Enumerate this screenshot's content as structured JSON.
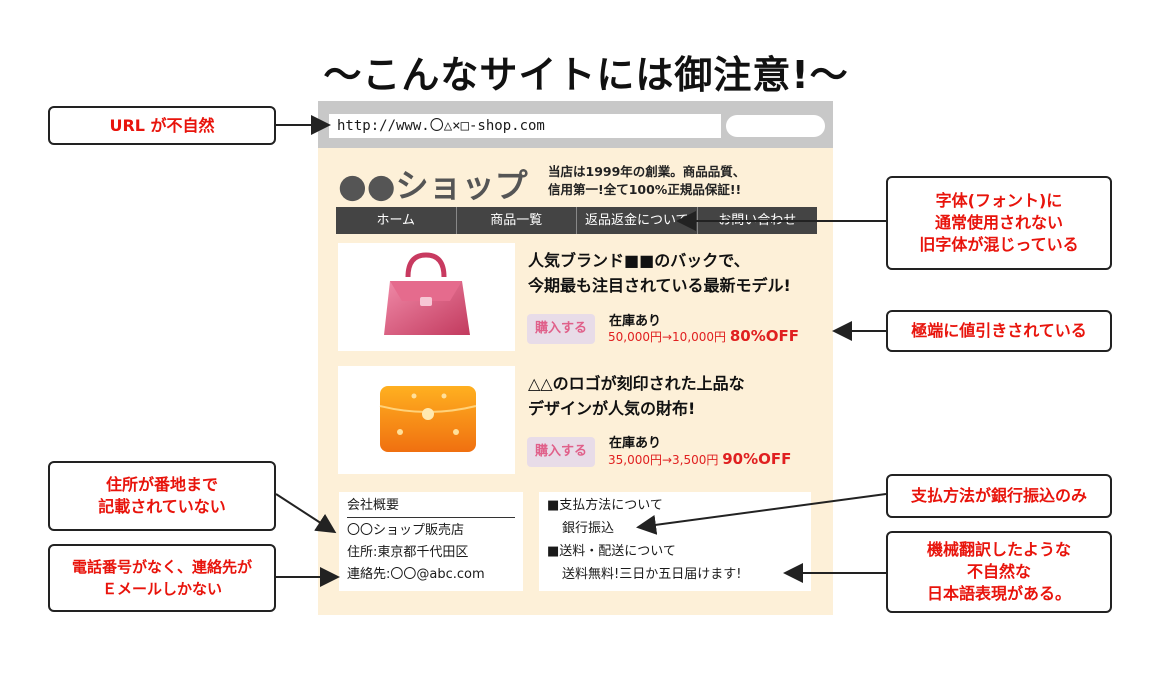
{
  "title": "〜こんなサイトには御注意!〜",
  "browser": {
    "url": "http://www.〇△×□-shop.com"
  },
  "shop": {
    "name": "●●ショップ",
    "tagline_line1": "当店は1999年の創業。商品品質、",
    "tagline_line2": "信用第一!全て100%正規品保証!!",
    "nav": [
      "ホーム",
      "商品一覧",
      "返品返金について",
      "お問い合わせ"
    ]
  },
  "products": [
    {
      "line1": "人気ブランド■■のバックで、",
      "line2": "今期最も注目されている最新モデル!",
      "buy_label": "購入する",
      "stock": "在庫あり",
      "price": "50,000円→10,000円",
      "off": "80%OFF"
    },
    {
      "line1": "△△のロゴが刻印された上品な",
      "line2": "デザインが人気の財布!",
      "buy_label": "購入する",
      "stock": "在庫あり",
      "price": "35,000円→3,500円",
      "off": "90%OFF"
    }
  ],
  "company": {
    "heading": "会社概要",
    "name": "〇〇ショップ販売店",
    "address": "住所:東京都千代田区",
    "contact": "連絡先:〇〇@abc.com"
  },
  "payment": {
    "method_heading": "■支払方法について",
    "method_value": "銀行振込",
    "shipping_heading": "■送料・配送について",
    "shipping_value": "送料無料!三日か五日届けます!"
  },
  "callouts": {
    "url": "URL が不自然",
    "font_line1": "字体(フォント)に",
    "font_line2": "通常使用されない",
    "font_line3": "旧字体が混じっている",
    "discount": "極端に値引きされている",
    "address_line1": "住所が番地まで",
    "address_line2": "記載されていない",
    "phone_line1": "電話番号がなく、連絡先が",
    "phone_line2": "Ｅメールしかない",
    "bank": "支払方法が銀行振込のみ",
    "machine_line1": "機械翻訳したような",
    "machine_line2": "不自然な",
    "machine_line3": "日本語表現がある。"
  }
}
